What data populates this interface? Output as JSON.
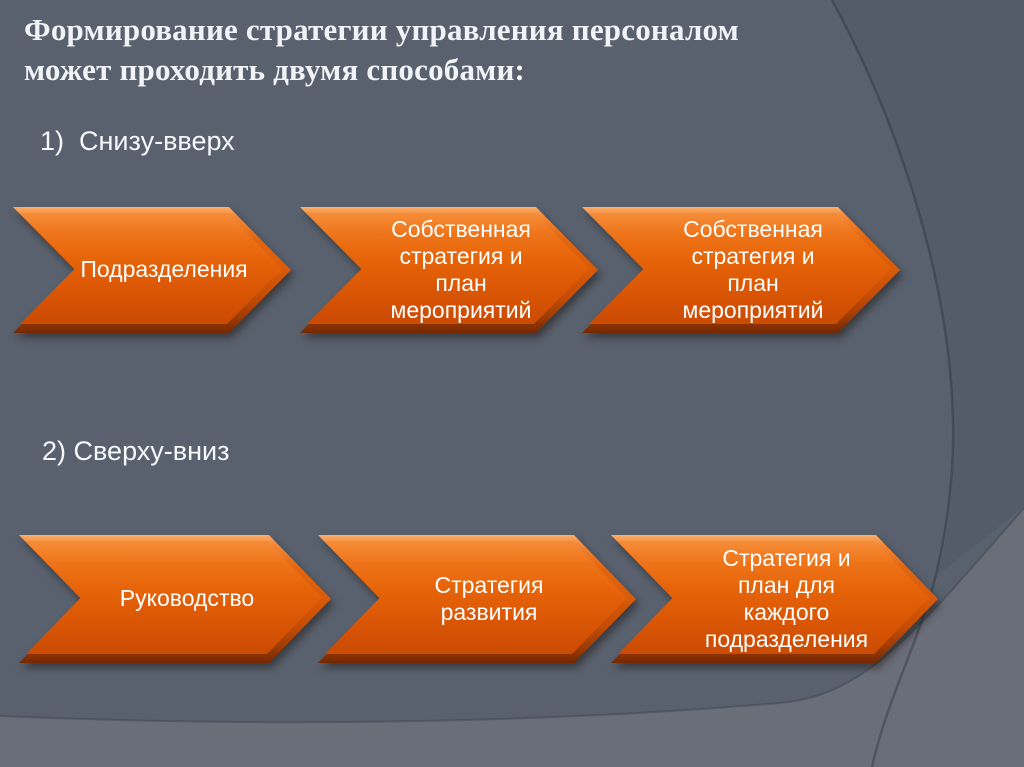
{
  "title": "Формирование стратегии управления персоналом\nможет проходить двумя способами:",
  "sections": [
    {
      "label": "1)  Снизу-вверх",
      "arrows": [
        "Подразделения",
        "Собственная\nстратегия и\nплан\nмероприятий",
        "Собственная\nстратегия и\nплан\nмероприятий"
      ]
    },
    {
      "label": "2) Сверху-вниз",
      "arrows": [
        "Руководство",
        "Стратегия\nразвития",
        "Стратегия и\nплан для\nкаждого\nподразделения"
      ]
    }
  ],
  "colors": {
    "background": "#59616e",
    "background_right": "#545c69",
    "background_bottom": "#6a6e79",
    "arrow_fill": "#e4620a",
    "arrow_highlight": "#f68d39",
    "arrow_edge_dark": "#742803",
    "text": "#ffffff",
    "title_text": "#f1f3f6"
  }
}
